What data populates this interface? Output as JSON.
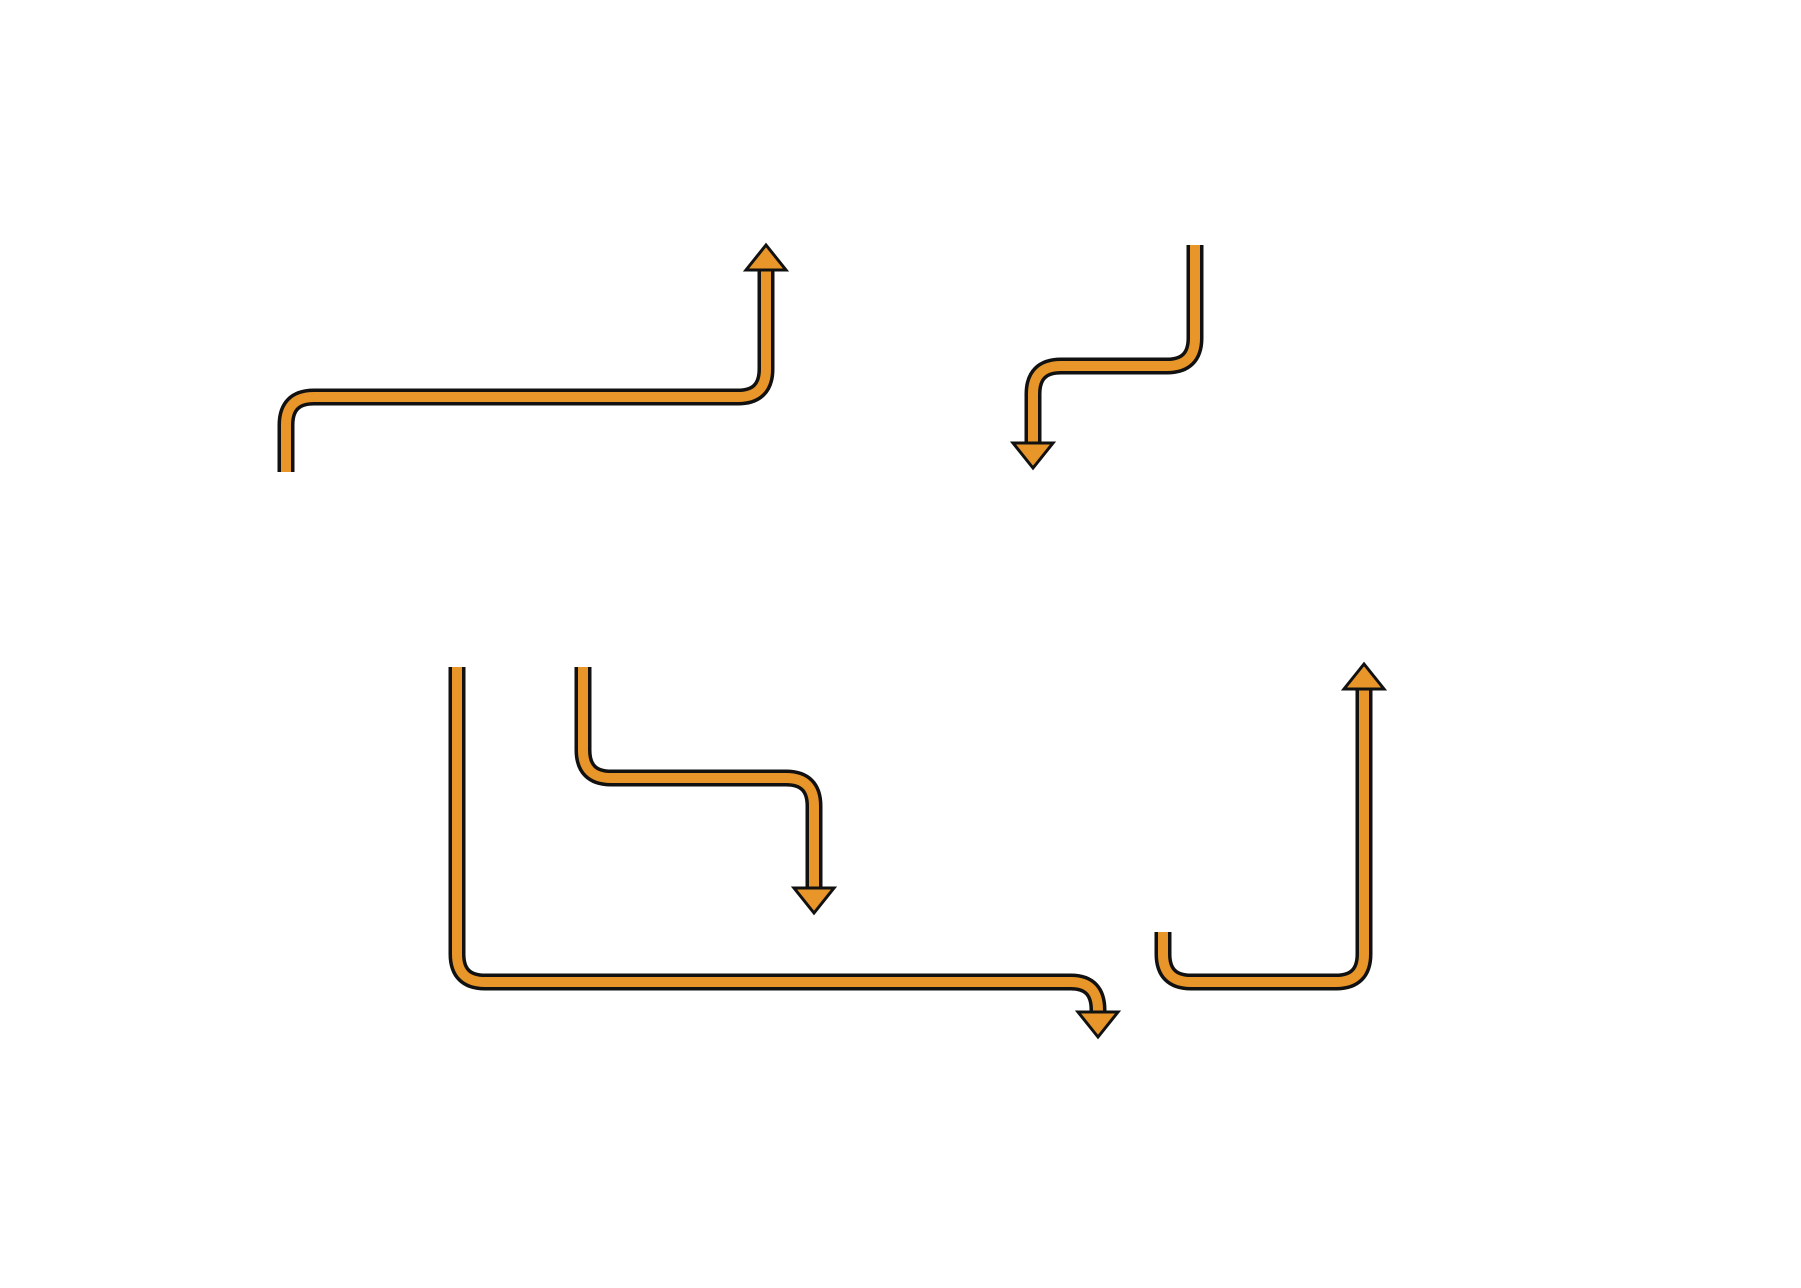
{
  "diagram": {
    "background": "#ffffff",
    "arrow_fill_color": "#E8962A",
    "arrow_outline_color": "#111111",
    "connectors": [
      {
        "name": "connector-1",
        "shape": "elbow",
        "direction": "up"
      },
      {
        "name": "connector-2",
        "shape": "elbow",
        "direction": "down"
      },
      {
        "name": "connector-3",
        "shape": "elbow",
        "direction": "down"
      },
      {
        "name": "connector-4",
        "shape": "elbow",
        "direction": "right-down"
      },
      {
        "name": "connector-5",
        "shape": "elbow",
        "direction": "up"
      }
    ]
  }
}
